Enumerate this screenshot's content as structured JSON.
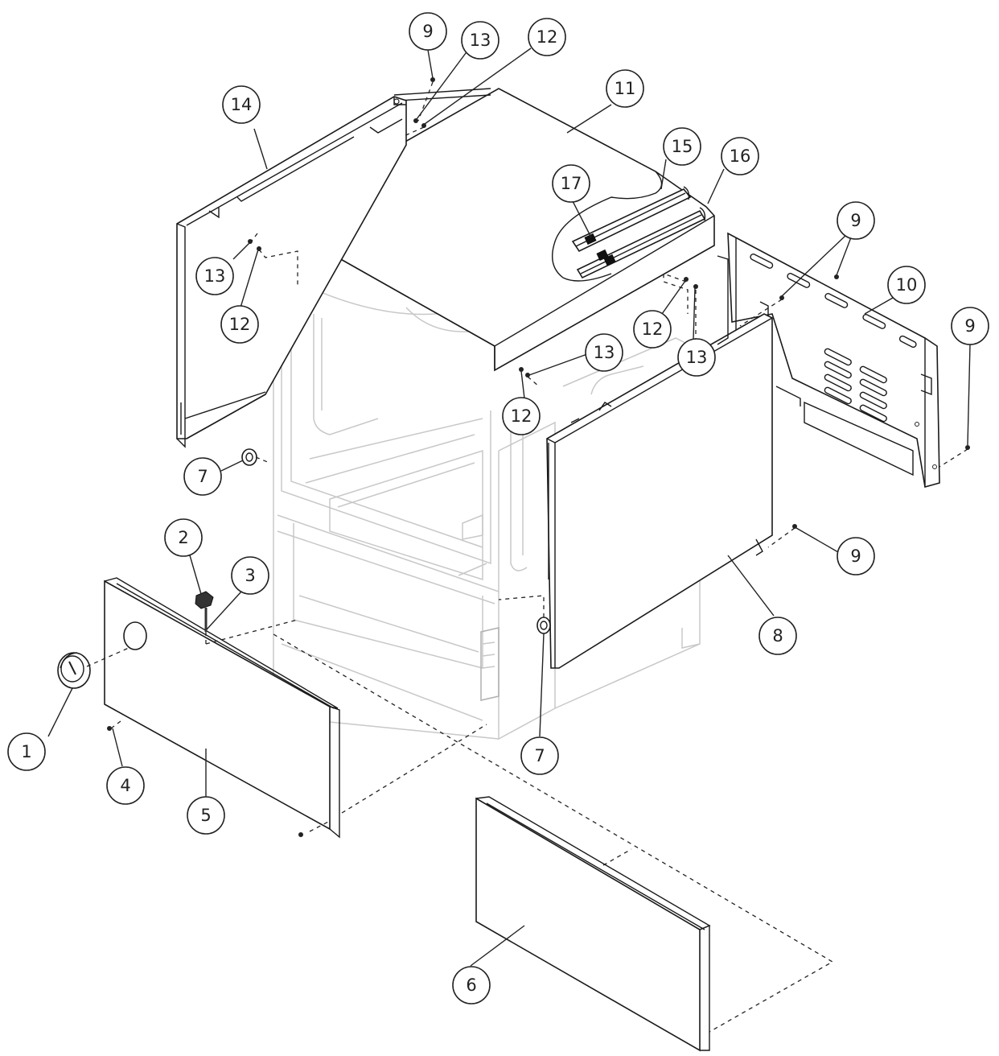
{
  "callouts": [
    {
      "id": "c1",
      "label": "1"
    },
    {
      "id": "c2",
      "label": "2"
    },
    {
      "id": "c3",
      "label": "3"
    },
    {
      "id": "c4",
      "label": "4"
    },
    {
      "id": "c5",
      "label": "5"
    },
    {
      "id": "c6",
      "label": "6"
    },
    {
      "id": "c7a",
      "label": "7"
    },
    {
      "id": "c7b",
      "label": "7"
    },
    {
      "id": "c8",
      "label": "8"
    },
    {
      "id": "c9a",
      "label": "9"
    },
    {
      "id": "c9b",
      "label": "9"
    },
    {
      "id": "c9c",
      "label": "9"
    },
    {
      "id": "c9d",
      "label": "9"
    },
    {
      "id": "c10",
      "label": "10"
    },
    {
      "id": "c11",
      "label": "11"
    },
    {
      "id": "c12a",
      "label": "12"
    },
    {
      "id": "c12b",
      "label": "12"
    },
    {
      "id": "c12c",
      "label": "12"
    },
    {
      "id": "c12d",
      "label": "12"
    },
    {
      "id": "c13a",
      "label": "13"
    },
    {
      "id": "c13b",
      "label": "13"
    },
    {
      "id": "c13c",
      "label": "13"
    },
    {
      "id": "c13d",
      "label": "13"
    },
    {
      "id": "c14",
      "label": "14"
    },
    {
      "id": "c15",
      "label": "15"
    },
    {
      "id": "c16",
      "label": "16"
    },
    {
      "id": "c17",
      "label": "17"
    }
  ]
}
